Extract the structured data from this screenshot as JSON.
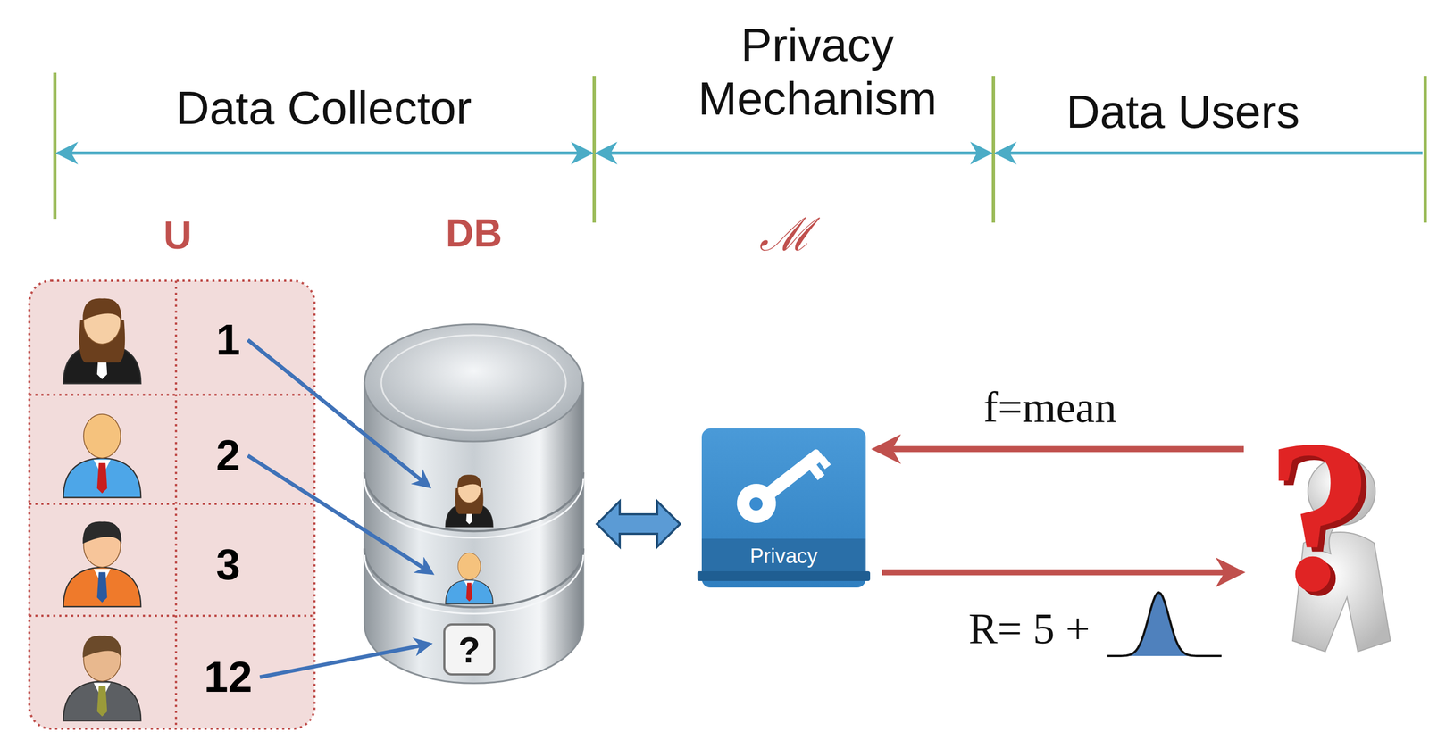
{
  "diagram": {
    "nodes": [
      {
        "text": [
          "1"
        ]
      },
      {
        "text": [
          "2"
        ]
      },
      {
        "text": [
          "3"
        ]
      },
      {
        "text": [
          "12"
        ]
      },
      {
        "text": [
          "DB"
        ]
      },
      {
        "text": [
          "Privacy"
        ]
      }
    ],
    "edges": [
      {
        "from": 0,
        "to": 4,
        "arrow": "to"
      },
      {
        "from": 1,
        "to": 4,
        "arrow": "to"
      },
      {
        "from": 3,
        "to": 4,
        "arrow": "to"
      },
      {
        "from": 4,
        "to": 5,
        "arrow": "both"
      }
    ],
    "labels": [
      "Data Collector",
      "Privacy Mechanism",
      "Data Users",
      "U",
      "ℳ",
      "f=mean",
      "R= 5 +",
      "?",
      "?"
    ]
  }
}
